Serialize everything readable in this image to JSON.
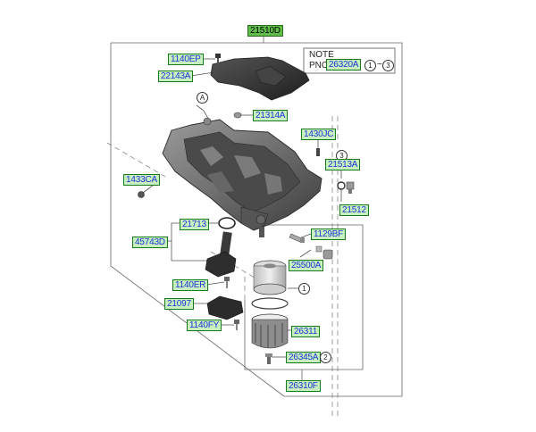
{
  "main_part": "21510D",
  "note": {
    "title": "NOTE",
    "pnc_prefix": "PNC",
    "pnc_code": "26320A",
    "range_start": "1",
    "range_sep": "~",
    "range_end": "3"
  },
  "labels": {
    "l1140EP": "1140EP",
    "l22143A": "22143A",
    "l21314A": "21314A",
    "l1430JC": "1430JC",
    "l21513A": "21513A",
    "l1433CA": "1433CA",
    "l21512": "21512",
    "l21713": "21713",
    "l45743D": "45743D",
    "l1129BF": "1129BF",
    "l25500A": "25500A",
    "l1140ER": "1140ER",
    "l21097": "21097",
    "l1140FY": "1140FY",
    "l26311": "26311",
    "l26345A": "26345A",
    "l26310F": "26310F"
  },
  "callouts": {
    "ref_a": "A",
    "c1": "1",
    "c2": "2",
    "c3": "3"
  },
  "colors": {
    "label_fill": "#c8efc0",
    "label_border": "#1a7a1a",
    "label_text": "#1a35d6",
    "main_fill": "#5fbf4a",
    "part_dark": "#3c3c3c",
    "part_mid": "#8a8a8a",
    "line": "#555555"
  }
}
